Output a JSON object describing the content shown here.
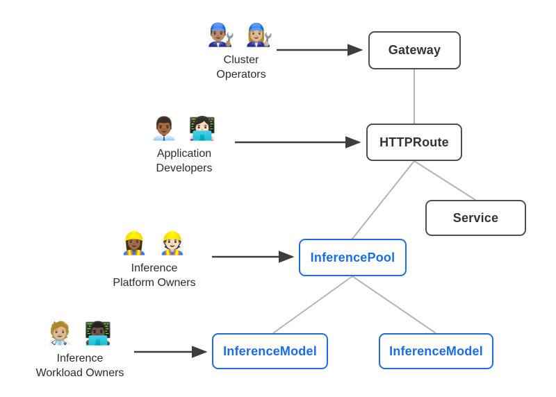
{
  "title": "Gateway API inference extension resource model diagram",
  "colors": {
    "accent-blue": "#1a6ce8",
    "node-border-gray": "#4d4d4d",
    "node-text-gray": "#333333",
    "connector-gray": "#b3b3b3",
    "arrow-dark": "#3d3d3d",
    "label-text": "#2b2b2b",
    "background": "#ffffff"
  },
  "nodes": {
    "gateway": {
      "label": "Gateway",
      "style": "gray"
    },
    "httproute": {
      "label": "HTTPRoute",
      "style": "gray"
    },
    "service": {
      "label": "Service",
      "style": "gray"
    },
    "inference_pool": {
      "label": "InferencePool",
      "style": "blue"
    },
    "inference_model_1": {
      "label": "InferenceModel",
      "style": "blue"
    },
    "inference_model_2": {
      "label": "InferenceModel",
      "style": "blue"
    }
  },
  "actors": {
    "cluster_operators": {
      "emojis": "👨🏽‍🔧 👩🏼‍🔧",
      "emoji_names": "man-mechanic-icon, woman-mechanic-icon",
      "label_line1": "Cluster",
      "label_line2": "Operators",
      "points_to": "Gateway"
    },
    "application_developers": {
      "emojis": "👨🏾‍💼 👩🏻‍💻",
      "emoji_names": "man-office-worker-icon, woman-technologist-icon",
      "label_line1": "Application",
      "label_line2": "Developers",
      "points_to": "HTTPRoute"
    },
    "inference_platform_owners": {
      "emojis": "👷🏾‍♀️ 👷🏻",
      "emoji_names": "woman-construction-worker-icon, man-construction-worker-icon",
      "label_line1": "Inference",
      "label_line2": "Platform Owners",
      "points_to": "InferencePool"
    },
    "inference_workload_owners": {
      "emojis": "🧑🏼‍⚕️ 👨🏿‍💻",
      "emoji_names": "health-worker-icon, man-technologist-icon",
      "label_line1": "Inference",
      "label_line2": "Workload Owners",
      "points_to": "InferenceModel (left)"
    }
  },
  "edges": [
    {
      "from": "Gateway",
      "to": "HTTPRoute"
    },
    {
      "from": "HTTPRoute",
      "to": "Service"
    },
    {
      "from": "HTTPRoute",
      "to": "InferencePool"
    },
    {
      "from": "InferencePool",
      "to": "InferenceModel (left)"
    },
    {
      "from": "InferencePool",
      "to": "InferenceModel (right)"
    }
  ]
}
